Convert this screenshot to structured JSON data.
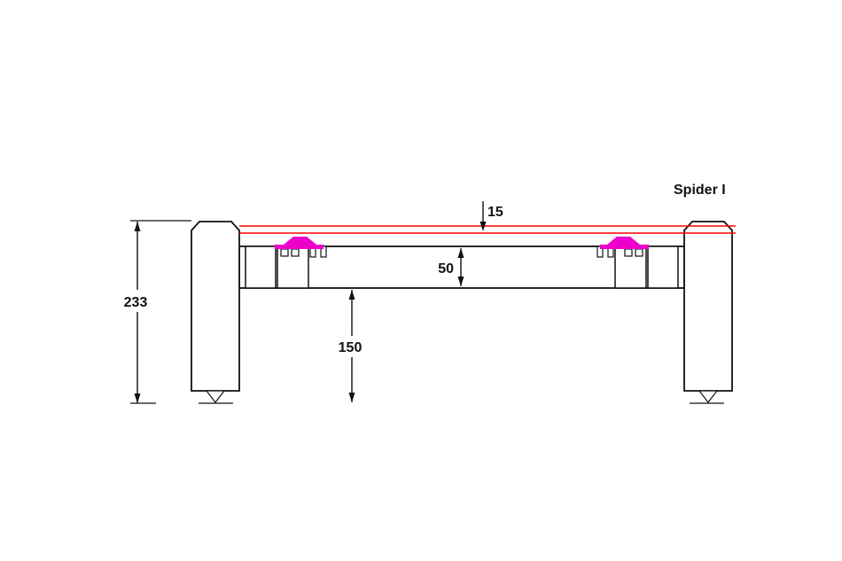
{
  "title": "Spider I",
  "annotations": {
    "overall_height": "233",
    "top_gap": "15",
    "beam_height": "50",
    "clearance_height": "150"
  },
  "colors": {
    "ink": "#111111",
    "red": "#ff0000",
    "magenta": "#ee00cc",
    "background": "#ffffff"
  }
}
